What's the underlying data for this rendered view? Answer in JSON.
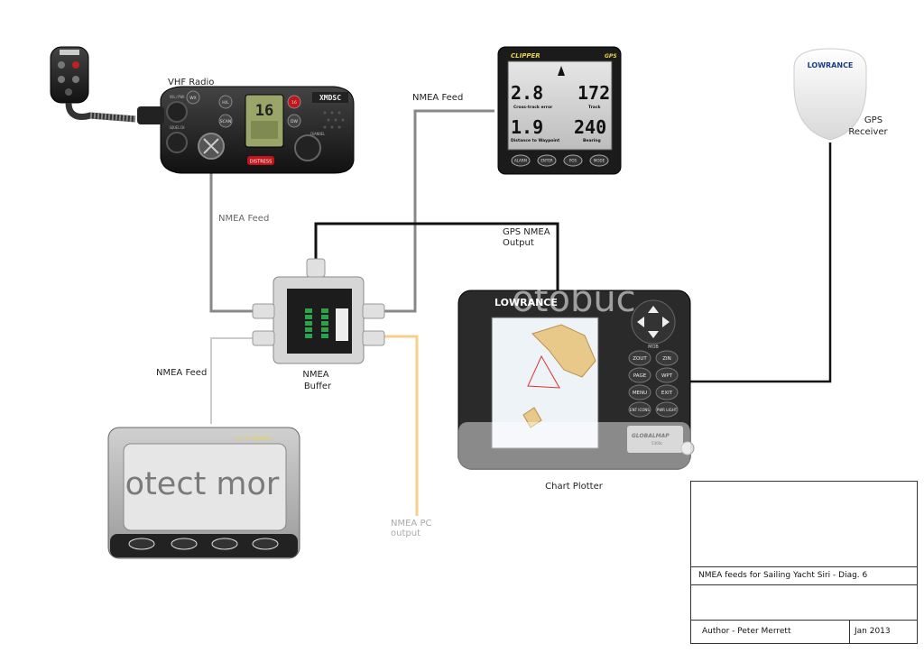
{
  "devices": {
    "vhf_radio": {
      "label": "VHF Radio",
      "brand": "XMDSC",
      "channel": "16",
      "distress": "DISTRESS",
      "channel_knob": "CHANNEL",
      "volume_knob": "VOL/PWR",
      "squelch_knob": "SQUELCH",
      "buttons": [
        "H/L",
        "SCAN",
        "16",
        "DW",
        "WX"
      ]
    },
    "gps_instrument": {
      "brand": "CLIPPER",
      "mode": "GPS",
      "xte_value": "2.8",
      "xte_label": "Cross-track error",
      "track_value": "172",
      "track_label": "Track",
      "dtw_value": "1.9",
      "dtw_label": "Distance to Waypoint",
      "bearing_value": "240",
      "bearing_label": "Bearing",
      "buttons": [
        "ALARM",
        "ENTER",
        "POS",
        "MODE"
      ]
    },
    "gps_receiver": {
      "brand": "LOWRANCE",
      "label_line1": "GPS",
      "label_line2": "Receiver"
    },
    "nmea_buffer": {
      "label_line1": "NMEA",
      "label_line2": "Buffer"
    },
    "chart_plotter": {
      "label": "Chart Plotter",
      "brand": "LOWRANCE",
      "overlay_text": "otobuc",
      "buttons": [
        "ZOUT",
        "ZIN",
        "PAGE",
        "WPT",
        "MENU",
        "EXIT",
        "ENT ICONS",
        "PWR LIGHT"
      ],
      "mob_label": "MOB",
      "model": "GLOBALMAP",
      "model_sub": "5300c"
    },
    "ais_radar": {
      "brand": "A.I.S. RADAR",
      "overlay_text": "otect mor"
    }
  },
  "connections": {
    "radio_feed": "NMEA Feed",
    "instrument_feed": "NMEA Feed",
    "radar_feed": "NMEA Feed",
    "gps_output_line1": "GPS NMEA",
    "gps_output_line2": "Output",
    "pc_output_line1": "NMEA PC",
    "pc_output_line2": "output"
  },
  "title_block": {
    "title": "NMEA feeds for Sailing Yacht Siri - Diag. 6",
    "author": "Author - Peter Merrett",
    "date": "Jan 2013"
  },
  "colors": {
    "grey_cable": "#888888",
    "black_cable": "#111111",
    "pc_cable": "#f6d08a"
  }
}
